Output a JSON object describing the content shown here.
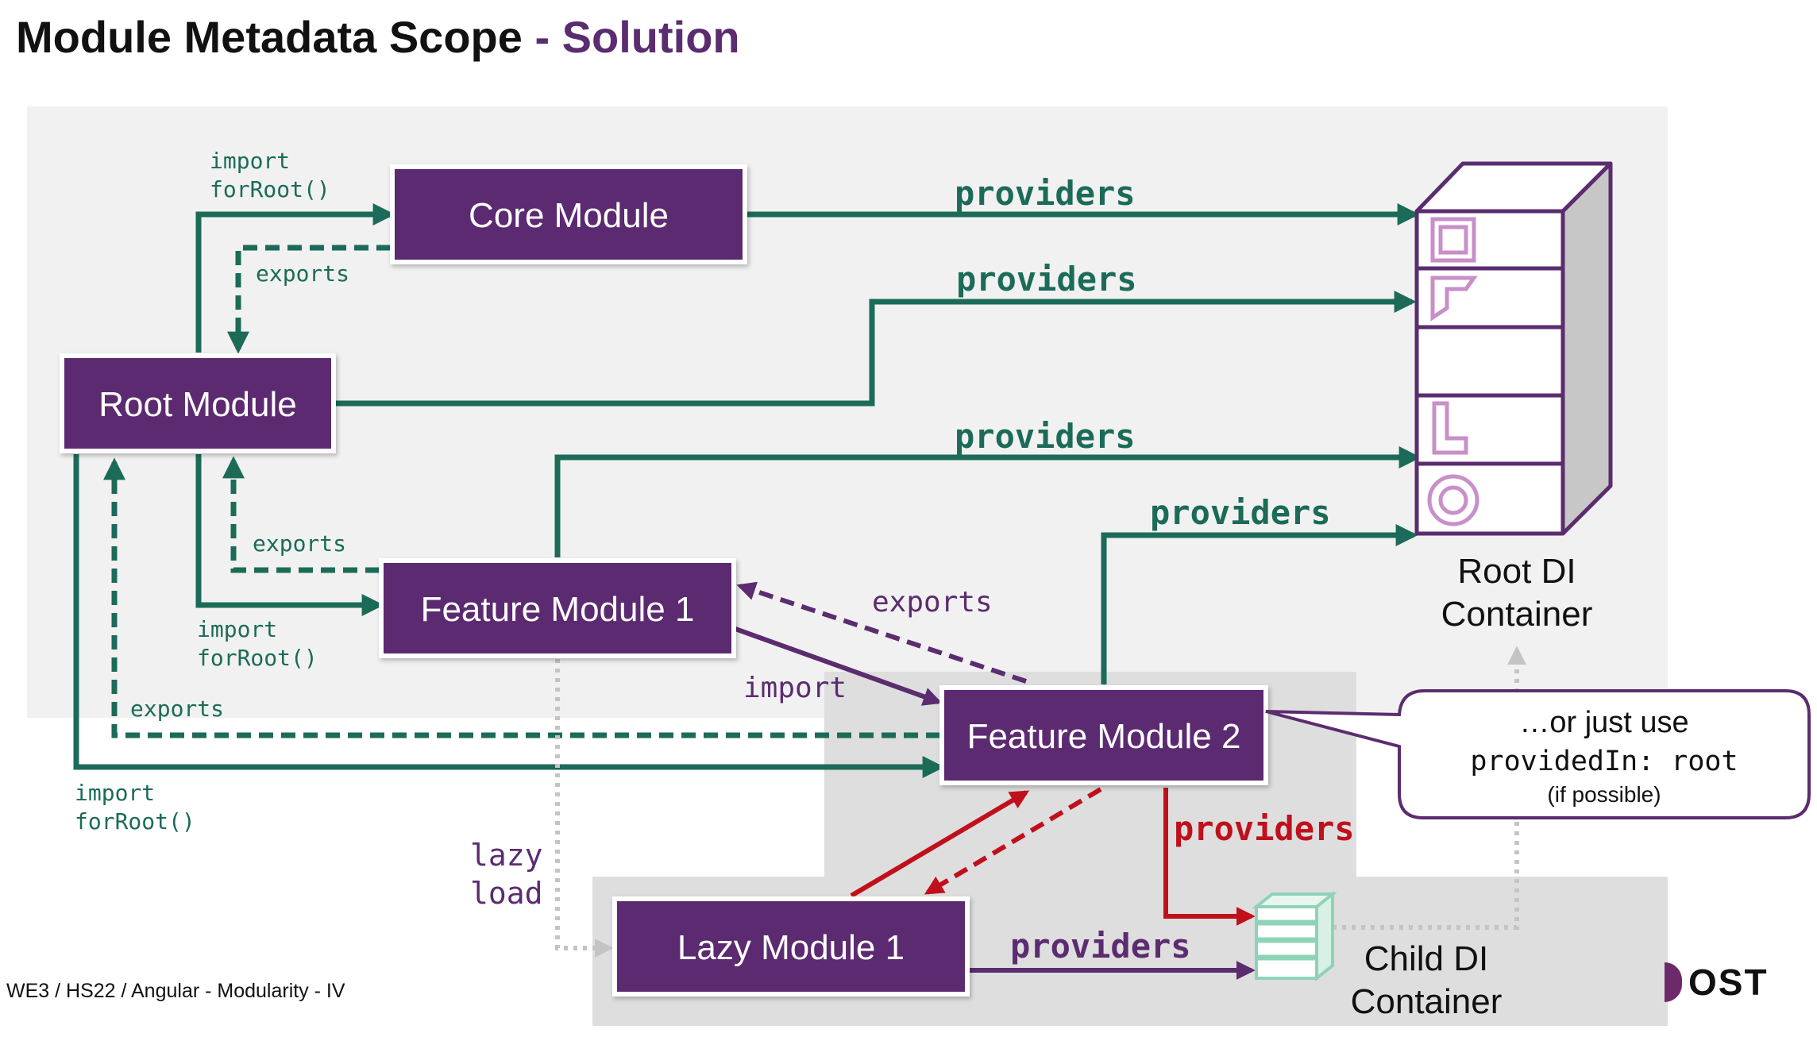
{
  "title": {
    "main": "Module Metadata Scope",
    "separator": "-",
    "sub": "Solution"
  },
  "modules": {
    "core": "Core Module",
    "root": "Root Module",
    "feature1": "Feature Module 1",
    "feature2": "Feature Module 2",
    "lazy1": "Lazy Module 1"
  },
  "labels": {
    "import": "import",
    "for_root": "forRoot()",
    "exports": "exports",
    "providers": "providers",
    "lazy": "lazy",
    "load": "load"
  },
  "containers": {
    "root_line1": "Root DI",
    "root_line2": "Container",
    "child_line1": "Child DI",
    "child_line2": "Container"
  },
  "callout": {
    "line1": "…or just use",
    "line2": "providedIn: root",
    "line3": "(if possible)"
  },
  "footer": "WE3 / HS22 / Angular - Modularity - IV",
  "logo": "OST",
  "colors": {
    "green": "#1b6b58",
    "purple": "#5b2c6f",
    "red": "#c0101c",
    "panel": "#f1f1f1",
    "panel_dark": "#dedede"
  }
}
